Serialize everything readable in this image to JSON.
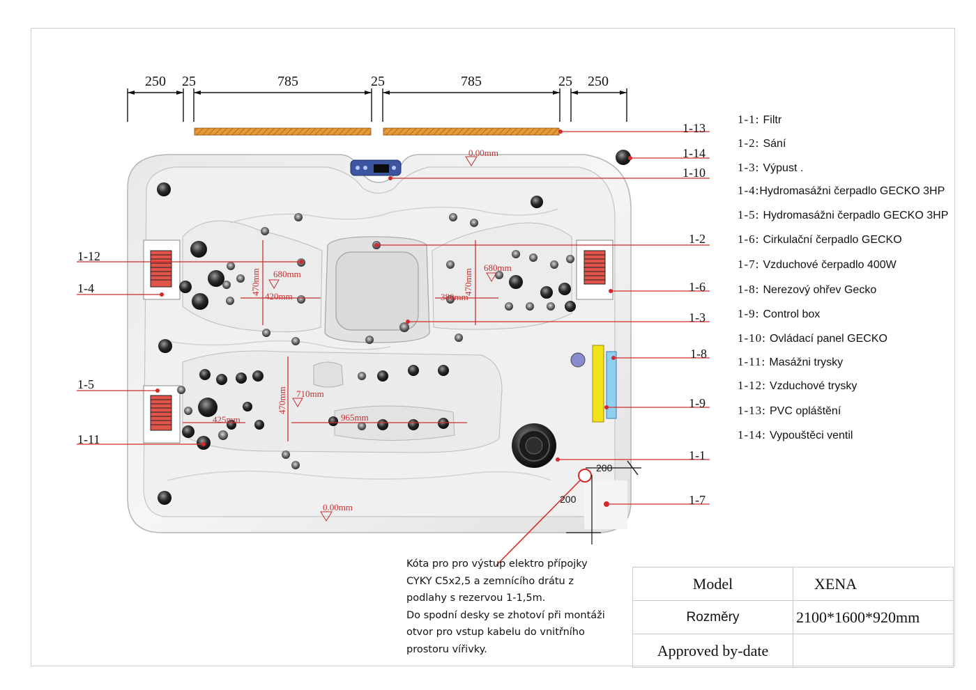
{
  "dimensions_top": [
    "250",
    "25",
    "785",
    "25",
    "785",
    "25",
    "250"
  ],
  "inner_dims": {
    "depth_top": "0.00mm",
    "depth_bottom": "0.00mm",
    "seat_left_height": "470mm",
    "seat_left_depth": "680mm",
    "seat_left_width": "420mm",
    "seat_right_height": "470mm",
    "seat_right_depth": "680mm",
    "seat_right_width": "380mm",
    "lounge_height": "470mm",
    "lounge_depth": "710mm",
    "lounge_left_width": "425mm",
    "lounge_length": "965mm"
  },
  "callouts": [
    "1-13",
    "1-14",
    "1-10",
    "1-2",
    "1-6",
    "1-3",
    "1-8",
    "1-9",
    "1-1",
    "1-7",
    "1-12",
    "1-4",
    "1-5",
    "1-11"
  ],
  "corner_dims": [
    "200",
    "200"
  ],
  "legend": [
    {
      "code": "1-1:",
      "desc": "Filtr"
    },
    {
      "code": "1-2:",
      "desc": "Sání"
    },
    {
      "code": "1-3:",
      "desc": "Výpust ."
    },
    {
      "code": "1-4:",
      "desc": "Hydromasážni čerpadlo GECKO 3HP"
    },
    {
      "code": "1-5:",
      "desc": "Hydromasážni čerpadlo GECKO 3HP"
    },
    {
      "code": "1-6:",
      "desc": "Cirkulační čerpadlo GECKO"
    },
    {
      "code": "1-7:",
      "desc": "Vzduchové čerpadlo 400W"
    },
    {
      "code": "1-8:",
      "desc": "Nerezový ohřev Gecko"
    },
    {
      "code": "1-9:",
      "desc": "Control box"
    },
    {
      "code": "1-10:",
      "desc": "Ovládací panel GECKO"
    },
    {
      "code": "1-11:",
      "desc": "Masážni trysky"
    },
    {
      "code": "1-12:",
      "desc": "Vzduchové trysky"
    },
    {
      "code": "1-13:",
      "desc": "PVC opláštění"
    },
    {
      "code": "1-14:",
      "desc": "Vypouštěci ventil"
    }
  ],
  "note_lines": [
    "Kóta pro pro výstup elektro přípojky",
    "CYKY C5x2,5 a zemnícího drátu z",
    "podlahy s rezervou 1-1,5m.",
    "Do spodní desky se zhotoví při montáži",
    "otvor pro vstup kabelu do vnitřního",
    "prostoru vířivky."
  ],
  "table": {
    "model_label": "Model",
    "model_value": "XENA",
    "size_label": "Rozměry",
    "size_value": "2100*1600*920mm",
    "approved_label": "Approved by-date",
    "approved_value": ""
  },
  "colors": {
    "callout_red": "#d42a2a",
    "pvc_orange": "#e08a28",
    "heater_yellow": "#f2e21a",
    "controlbox_blue": "#8fd0f0"
  }
}
